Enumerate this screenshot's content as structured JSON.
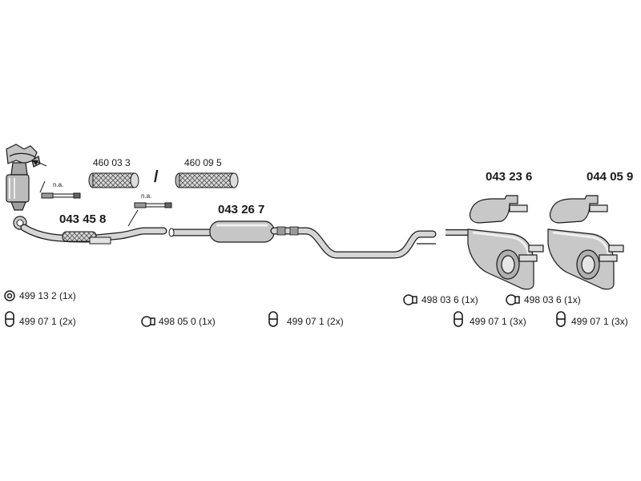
{
  "labels": {
    "flex_1": "460 03 3",
    "flex_2": "460 09 5",
    "front_pipe": "043 45 8",
    "center_silencer": "043 26 7",
    "rear_silencer_1": "043 23 6",
    "rear_silencer_2": "044 05 9",
    "na_1": "n.a.",
    "na_2": "n.a.",
    "separator": "/"
  },
  "fittings": {
    "ring_1": "499 13 2  (1x)",
    "hanger_1": "499 07 1 (2x)",
    "clamp_1": "498 05 0 (1x)",
    "hanger_2": "499 07 1 (2x)",
    "clamp_2": "498 03 6  (1x)",
    "clamp_3": "498 03 6  (1x)",
    "hanger_3": "499 07 1 (3x)",
    "hanger_4": "499 07 1 (3x)"
  },
  "colors": {
    "line": "#1a1a1a",
    "metal": "#bdbdbd",
    "metal_light": "#dcdcdc",
    "metal_dark": "#8a8a8a"
  }
}
